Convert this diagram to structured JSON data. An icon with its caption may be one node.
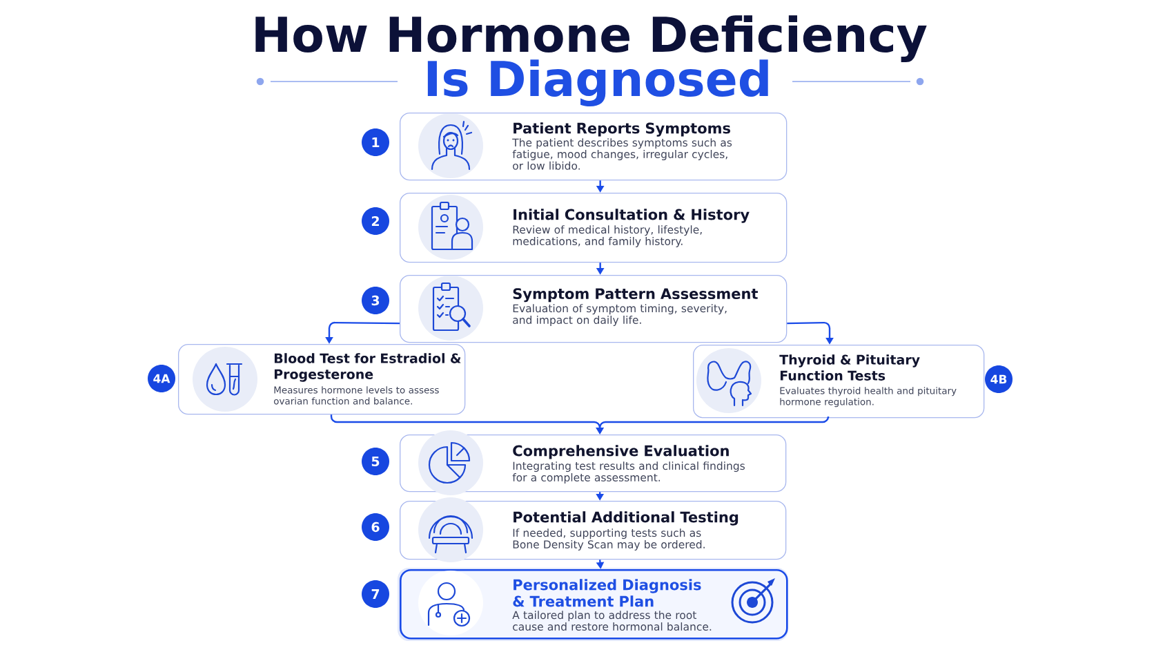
{
  "diagram": {
    "title": "How Hormone Deficiency",
    "nodes": [
      {
        "text": [
          "1"
        ]
      },
      {
        "text": [
          "Patient Reports Symptoms",
          "The patient describes symptoms such as fatigue, mood changes, irregular cycles, or low libido."
        ]
      },
      {
        "text": [
          "2"
        ]
      },
      {
        "text": [
          "Initial Consultation & History",
          "Review of medical history, lifestyle, medications, and family history."
        ]
      },
      {
        "text": [
          "3"
        ]
      },
      {
        "text": [
          "Symptom Pattern Assessment",
          "Evaluation of symptom timing, severity, and impact on daily life."
        ]
      },
      {
        "text": [
          "4A"
        ]
      },
      {
        "text": [
          "Blood Test for Estradiol & Progesterone",
          "Measures hormone levels to assess ovarian function and balance."
        ]
      },
      {
        "text": [
          "Thyroid & Pituitary Function Tests",
          "Evaluates thyroid health and pituitary hormone regulation."
        ]
      },
      {
        "text": [
          "4B"
        ]
      },
      {
        "text": [
          "5"
        ]
      },
      {
        "text": [
          "Comprehensive Evaluation",
          "Integrating test results and clinical findings for a complete assessment."
        ]
      },
      {
        "text": [
          "6"
        ]
      },
      {
        "text": [
          "Potential Additional Testing",
          "If needed, supporting tests such as Bone Density Scan may be ordered."
        ]
      },
      {
        "text": [
          "7"
        ]
      },
      {
        "text": [
          "Personalized Diagnosis & Treatment Plan",
          "A tailored plan to address the root cause and restore hormonal balance."
        ]
      }
    ],
    "edges": [
      {
        "from": 1,
        "to": 3,
        "arrow": "to"
      },
      {
        "from": 3,
        "to": 5,
        "arrow": "to"
      },
      {
        "from": 5,
        "to": 7,
        "arrow": "to"
      },
      {
        "from": 5,
        "to": 8,
        "arrow": "to"
      },
      {
        "from": 7,
        "to": 11,
        "arrow": "to"
      },
      {
        "from": 8,
        "to": 11,
        "arrow": "to"
      },
      {
        "from": 11,
        "to": 13,
        "arrow": "to"
      },
      {
        "from": 13,
        "to": 15,
        "arrow": "to"
      }
    ],
    "labels": [
      "Is Diagnosed"
    ]
  }
}
